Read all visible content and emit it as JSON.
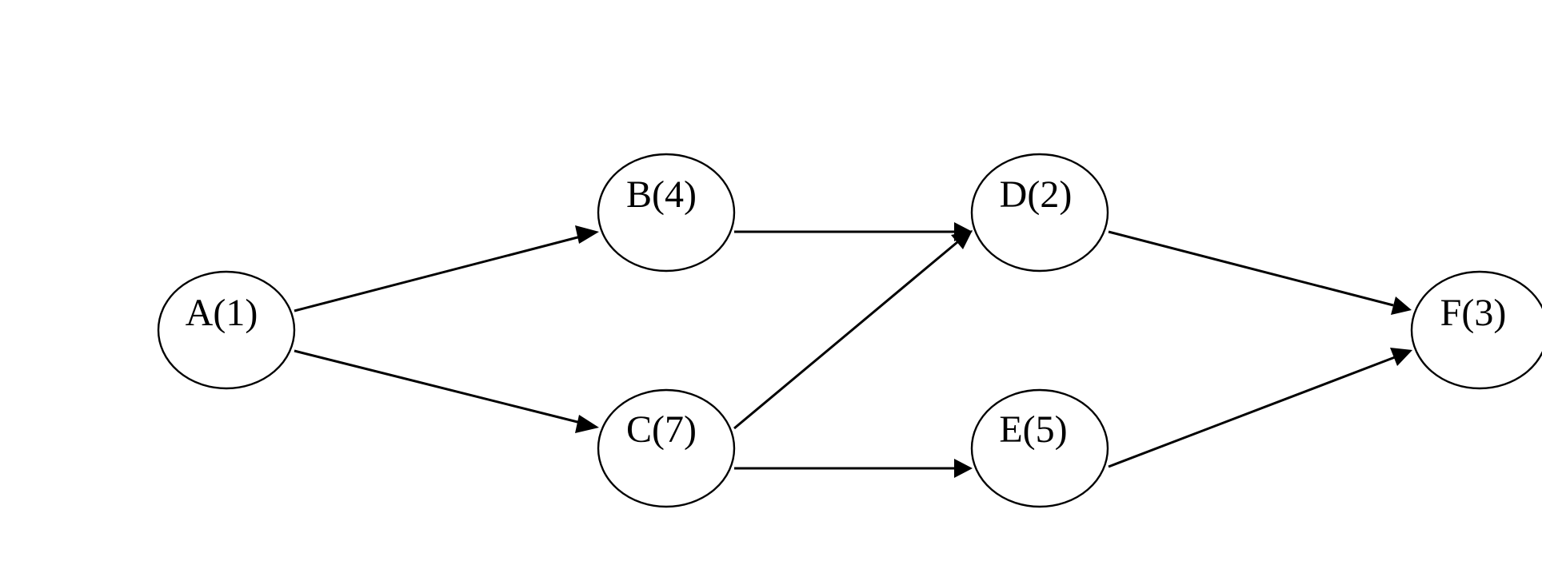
{
  "nodes": [
    {
      "id": "A",
      "label": "A(1)"
    },
    {
      "id": "B",
      "label": "B(4)"
    },
    {
      "id": "C",
      "label": "C(7)"
    },
    {
      "id": "D",
      "label": "D(2)"
    },
    {
      "id": "E",
      "label": "E(5)"
    },
    {
      "id": "F",
      "label": "F(3)"
    }
  ],
  "edges": [
    {
      "from": "A",
      "to": "B"
    },
    {
      "from": "A",
      "to": "C"
    },
    {
      "from": "B",
      "to": "D"
    },
    {
      "from": "C",
      "to": "D"
    },
    {
      "from": "C",
      "to": "E"
    },
    {
      "from": "D",
      "to": "F"
    },
    {
      "from": "E",
      "to": "F"
    }
  ],
  "colors": {
    "stroke": "#000000",
    "fill": "#ffffff"
  }
}
